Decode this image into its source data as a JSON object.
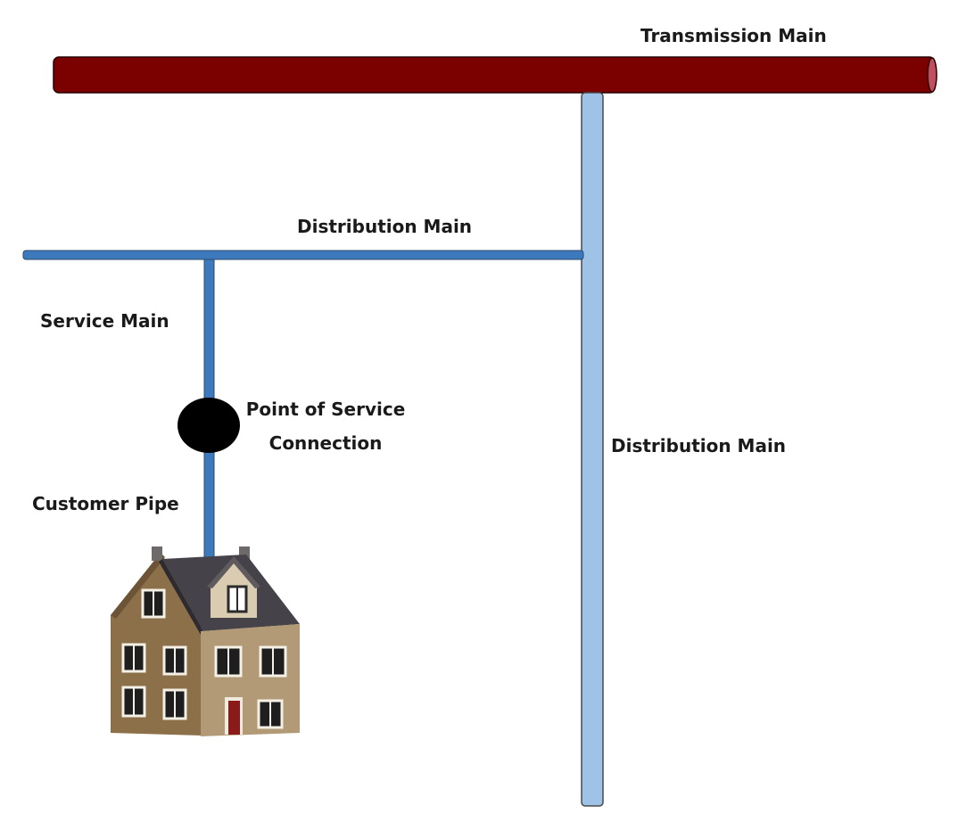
{
  "labels": {
    "transmission_main": "Transmission Main",
    "distribution_main_horizontal": "Distribution Main",
    "distribution_main_vertical": "Distribution Main",
    "service_main": "Service Main",
    "point_of_service_line1": "Point of Service",
    "point_of_service_line2": "Connection",
    "customer_pipe": "Customer Pipe"
  },
  "colors": {
    "transmission_main": "#7b0000",
    "distribution_main_vertical": "#9fc3e7",
    "distribution_main_horizontal": "#3d79bd",
    "service_main": "#3d79bd",
    "connection_point": "#000000",
    "house_wall_front": "#b39a76",
    "house_wall_side": "#8c7049",
    "house_roof": "#45424a",
    "house_door": "#8b1a1a"
  },
  "icons": {
    "house": "house-icon",
    "connection": "service-connection-point-icon"
  }
}
